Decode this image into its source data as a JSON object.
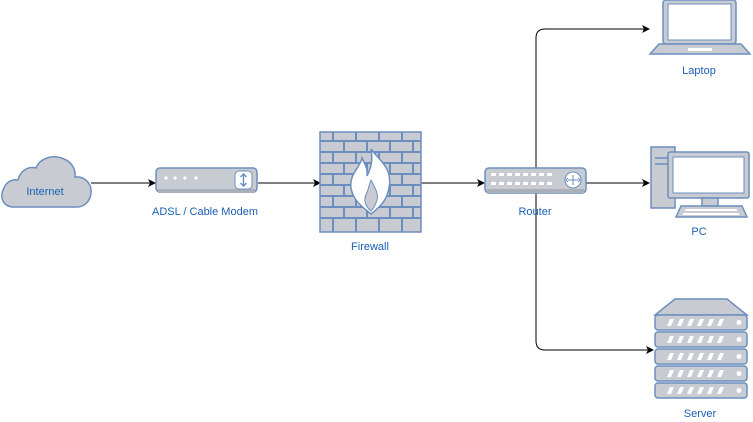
{
  "diagram": {
    "nodes": {
      "internet": {
        "label": "Internet",
        "icon": "cloud-icon"
      },
      "modem": {
        "label": "ADSL / Cable Modem",
        "icon": "modem-icon"
      },
      "firewall": {
        "label": "Firewall",
        "icon": "firewall-icon"
      },
      "router": {
        "label": "Router",
        "icon": "router-icon"
      },
      "laptop": {
        "label": "Laptop",
        "icon": "laptop-icon"
      },
      "pc": {
        "label": "PC",
        "icon": "desktop-pc-icon"
      },
      "server": {
        "label": "Server",
        "icon": "server-icon"
      }
    },
    "edges": [
      {
        "from": "internet",
        "to": "modem"
      },
      {
        "from": "modem",
        "to": "firewall"
      },
      {
        "from": "firewall",
        "to": "router"
      },
      {
        "from": "router",
        "to": "laptop"
      },
      {
        "from": "router",
        "to": "pc"
      },
      {
        "from": "router",
        "to": "server"
      }
    ],
    "colors": {
      "icon_fill": "#c8ccd2",
      "icon_stroke": "#6c8ebf",
      "label": "#1a5fb4",
      "edge": "#000000"
    }
  }
}
